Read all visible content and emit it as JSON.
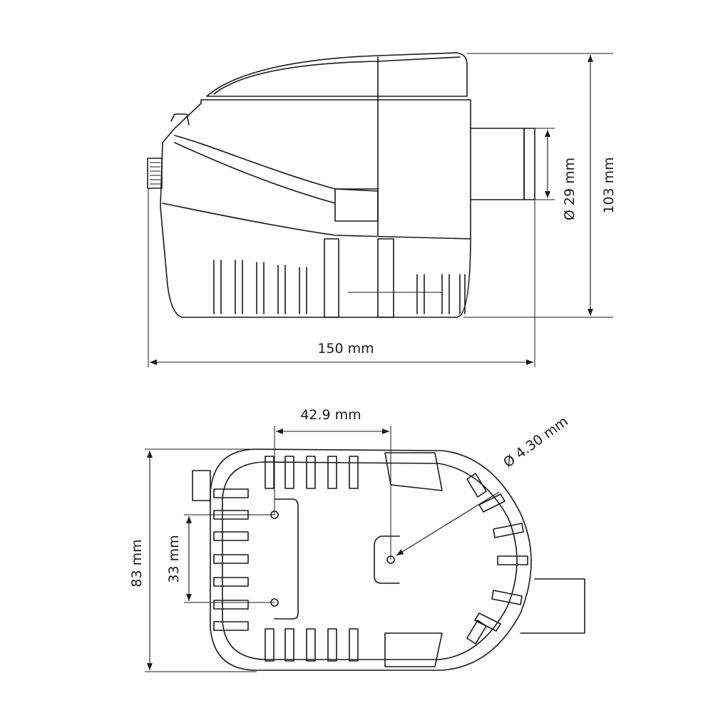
{
  "side_view": {
    "width_label": "150 mm",
    "height_label": "103 mm",
    "outlet_diameter_label": "Ø 29 mm"
  },
  "bottom_view": {
    "depth_label": "83 mm",
    "hole_spacing_vertical_label": "33 mm",
    "hole_spacing_horizontal_label": "42.9 mm",
    "hole_diameter_label": "Ø 4.30 mm"
  }
}
